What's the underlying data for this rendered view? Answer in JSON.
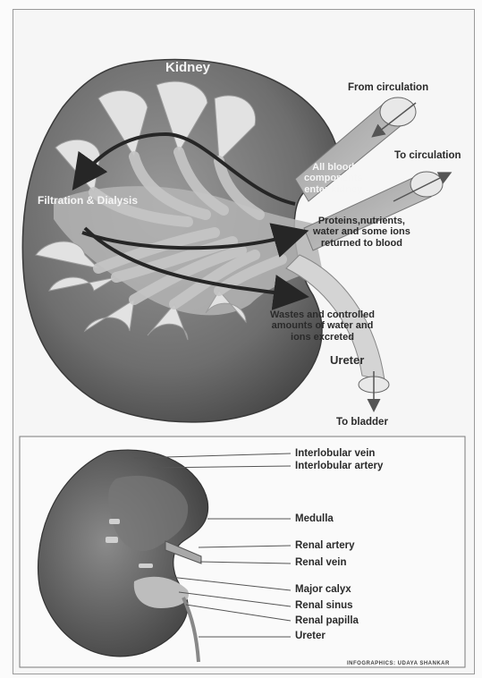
{
  "top": {
    "kidney_title": "Kidney",
    "filtration": "Filtration & Dialysis",
    "from_circulation": "From circulation",
    "to_circulation": "To circulation",
    "all_blood": [
      "All blood",
      "components",
      "enter kidney"
    ],
    "proteins": [
      "Proteins,nutrients,",
      "water and some ions",
      "returned to blood"
    ],
    "wastes": [
      "Wastes and controlled",
      "amounts of water and",
      "ions excreted"
    ],
    "ureter": "Ureter",
    "to_bladder": "To bladder"
  },
  "bottom": {
    "labels": [
      "Interlobular vein",
      "Interlobular artery",
      "Medulla",
      "Renal artery",
      "Renal vein",
      "Major calyx",
      "Renal sinus",
      "Renal papilla",
      "Ureter"
    ]
  },
  "credit": "INFOGRAPHICS: UDAYA SHANKAR"
}
